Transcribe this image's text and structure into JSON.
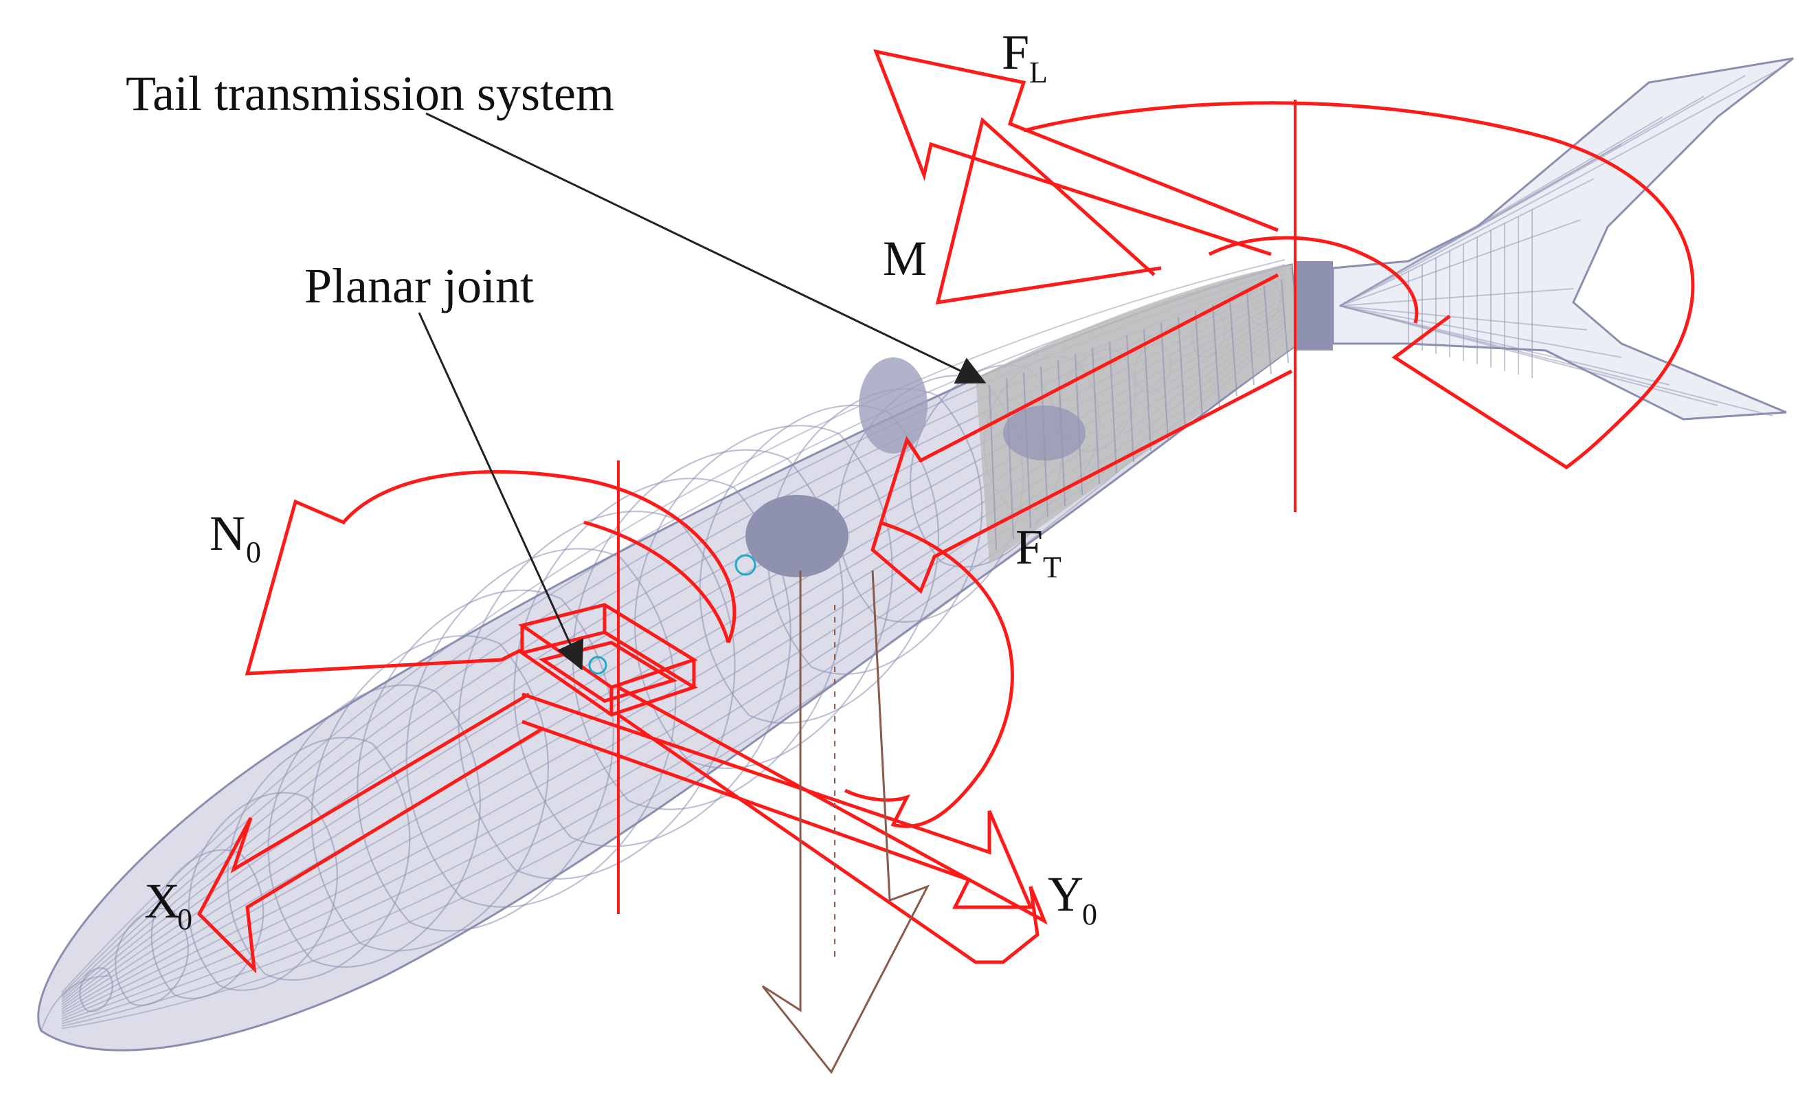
{
  "labels": {
    "tail_transmission": "Tail transmission system",
    "planar_joint": "Planar joint",
    "FL_main": "F",
    "FL_sub": "L",
    "M": "M",
    "N0_main": "N",
    "N0_sub": "0",
    "FT_main": "F",
    "FT_sub": "T",
    "X0_main": "X",
    "X0_sub": "0",
    "Y0_main": "Y",
    "Y0_sub": "0"
  },
  "colors": {
    "body_mesh": "#8a8eb0",
    "tail_section": "#b8b8b8",
    "force_arrows": "#ff1a1a",
    "gravity_arrow": "#8a5a4a",
    "leader_lines": "#222222"
  }
}
